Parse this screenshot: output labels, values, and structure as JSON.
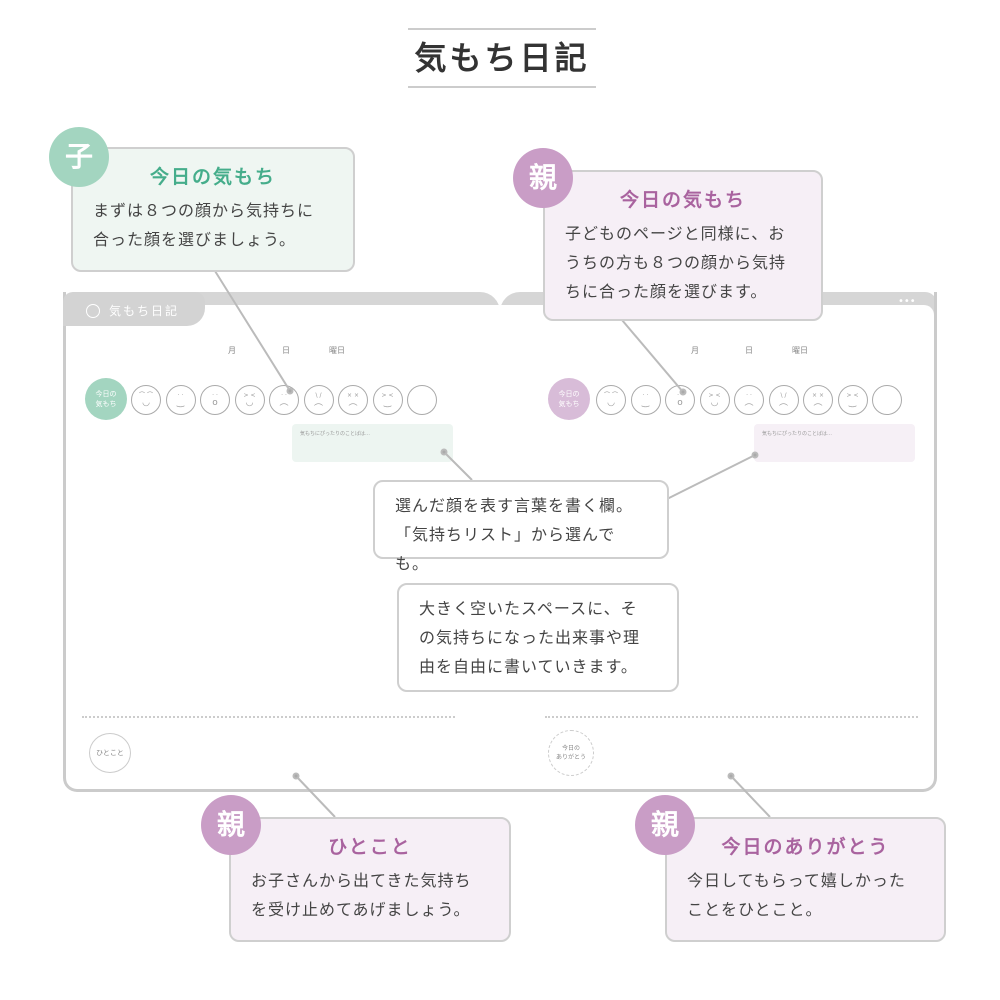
{
  "title": "気もち日記",
  "notebook": {
    "tab_label": "気もち日記",
    "date_labels": {
      "month": "月",
      "day": "日",
      "weekday": "曜日"
    },
    "mood_label_line1": "今日の",
    "mood_label_line2": "気もち",
    "word_box_placeholder": "気もちにぴったりのことばは…",
    "hitokoto_label": "ひとこと",
    "arigatou_line1": "今日の",
    "arigatou_line2": "ありがとう",
    "faces": [
      "big-smile-peace",
      "smile",
      "surprised",
      "love",
      "sad",
      "angry",
      "crying",
      "confident",
      "blank"
    ]
  },
  "callouts": {
    "child_mood": {
      "badge": "子",
      "title": "今日の気もち",
      "lines": [
        "まずは８つの顔から気持ちに",
        "合った顔を選びましょう。"
      ]
    },
    "parent_mood": {
      "badge": "親",
      "title": "今日の気もち",
      "lines": [
        "子どものページと同様に、お",
        "うちの方も８つの顔から気持",
        "ちに合った顔を選びます。"
      ]
    },
    "word_field": {
      "lines": [
        "選んだ顔を表す言葉を書く欄。",
        "「気持ちリスト」から選んでも。"
      ]
    },
    "free_space": {
      "lines": [
        "大きく空いたスペースに、そ",
        "の気持ちになった出来事や理",
        "由を自由に書いていきます。"
      ]
    },
    "hitokoto": {
      "badge": "親",
      "title": "ひとこと",
      "lines": [
        "お子さんから出てきた気持ち",
        "を受け止めてあげましょう。"
      ]
    },
    "arigatou": {
      "badge": "親",
      "title": "今日のありがとう",
      "lines": [
        "今日してもらって嬉しかった",
        "ことをひとこと。"
      ]
    }
  },
  "colors": {
    "child": "#a3d5c0",
    "parent": "#c99dc6"
  }
}
